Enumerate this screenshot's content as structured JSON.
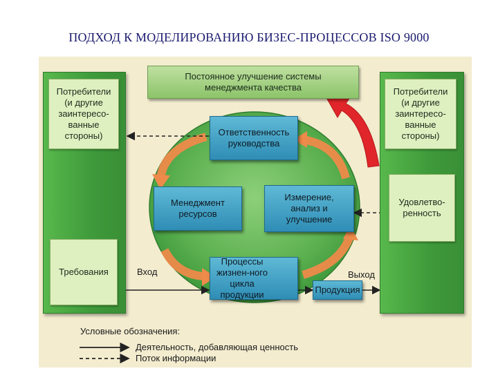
{
  "title": "ПОДХОД К МОДЕЛИРОВАНИЮ БИЗЕС-ПРОЦЕССОВ ISO 9000",
  "nodes": {
    "improvement": "Постоянное улучшение системы менеджмента качества",
    "consumers_left": "Потребители (и другие заинтересо-ванные стороны)",
    "consumers_right": "Потребители (и другие заинтересо-ванные стороны)",
    "responsibility": "Ответственность руководства",
    "resources": "Менеджмент ресурсов",
    "measurement": "Измерение, анализ и улучшение",
    "processes": "Процессы жизнен-ного цикла продукции",
    "requirements": "Требования",
    "satisfaction": "Удовлетво-ренность",
    "product": "Продукция"
  },
  "labels": {
    "input": "Вход",
    "output": "Выход"
  },
  "legend": {
    "heading": "Условные обозначения:",
    "value_flow": "Деятельность, добавляющая ценность",
    "info_flow": "Поток информации"
  },
  "colors": {
    "title": "#1a1a70",
    "panel": "#f3eccf",
    "circle": "#54aa4a",
    "blue_box": "#3aa0c4",
    "orange_arrow": "#ee8a4a",
    "red_arrow": "#e0262a"
  }
}
